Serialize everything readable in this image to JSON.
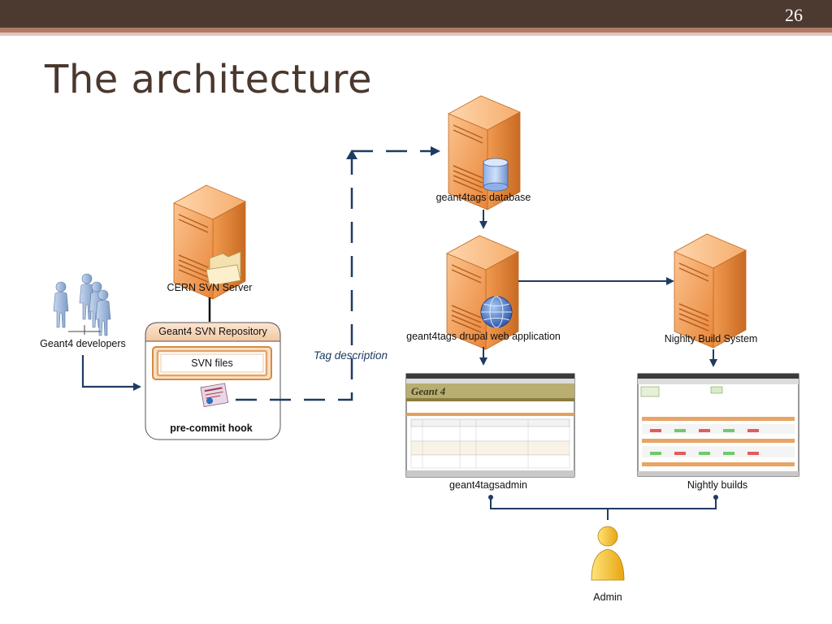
{
  "slide": {
    "title": "The architecture",
    "number": "26"
  },
  "diagram": {
    "nodes": {
      "developers": "Geant4 developers",
      "svn_server": "CERN SVN Server",
      "svn_repository": "Geant4 SVN Repository",
      "svn_files": "SVN files",
      "pre_commit_hook": "pre-commit hook",
      "database": "geant4tags database",
      "web_app": "geant4tags drupal web application",
      "nightly_system": "Nighlty Build System",
      "admin_page": "geant4tagsadmin",
      "nightly_builds": "Nightly builds",
      "admin": "Admin"
    },
    "edge_labels": {
      "tag_description": "Tag description"
    },
    "screenshots": {
      "admin_logo": "Geant 4"
    }
  },
  "colors": {
    "server_orange": "#f4a15a",
    "arrow_blue": "#1f3b63",
    "title_brown": "#4a382f",
    "header_brown": "#4c3a31",
    "repo_header": "#f7d9bd"
  },
  "icons": [
    "server-icon",
    "database-icon",
    "globe-icon",
    "folder-icon",
    "people-icon",
    "certificate-icon",
    "person-icon"
  ]
}
